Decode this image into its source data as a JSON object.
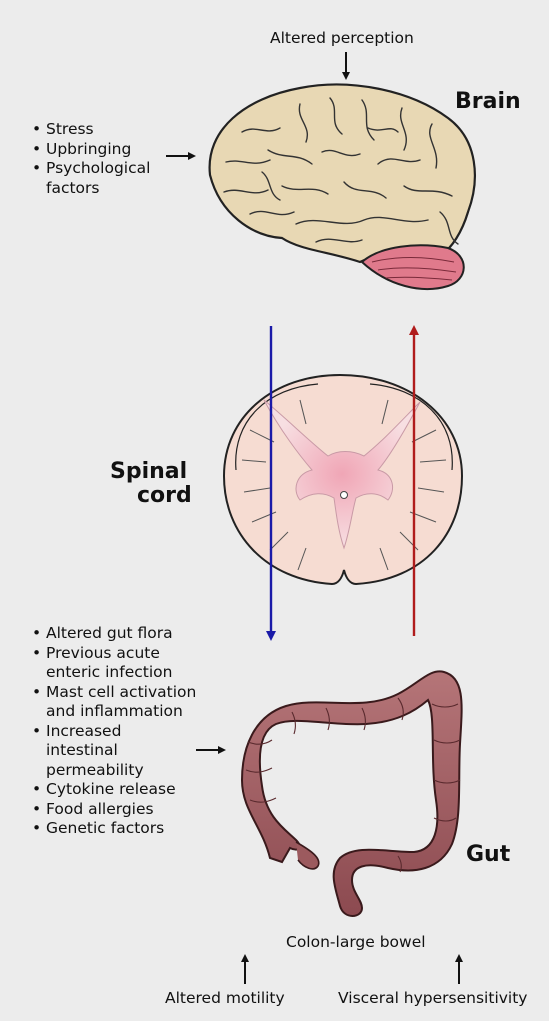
{
  "labels": {
    "top_input": "Altered perception",
    "brain": "Brain",
    "spinal_cord_line1": "Spinal",
    "spinal_cord_line2": "cord",
    "gut": "Gut",
    "colon": "Colon-large bowel",
    "bottom_left": "Altered motility",
    "bottom_right": "Visceral hypersensitivity"
  },
  "brain_factors": [
    {
      "lines": [
        "Stress"
      ]
    },
    {
      "lines": [
        "Upbringing"
      ]
    },
    {
      "lines": [
        "Psychological",
        "factors"
      ]
    }
  ],
  "gut_factors": [
    {
      "lines": [
        "Altered gut flora"
      ]
    },
    {
      "lines": [
        "Previous acute",
        "enteric infection"
      ]
    },
    {
      "lines": [
        "Mast cell activation",
        "and inflammation"
      ]
    },
    {
      "lines": [
        "Increased",
        "intestinal",
        "permeability"
      ]
    },
    {
      "lines": [
        "Cytokine release"
      ]
    },
    {
      "lines": [
        "Food allergies"
      ]
    },
    {
      "lines": [
        "Genetic factors"
      ]
    }
  ],
  "colors": {
    "background": "#ececec",
    "brain": "#e8d8b4",
    "cerebellum": "#e07a8c",
    "spinal_cord": "#f6dcd2",
    "gray_matter": "#f2b8c4",
    "colon": "#9c5a5e",
    "descending_arrow": "#1a1aa8",
    "ascending_arrow": "#b01c1c"
  },
  "icons": [
    "arrow-down-icon",
    "arrow-right-icon",
    "arrow-up-icon",
    "brain-illustration",
    "spinal-cord-cross-section",
    "colon-illustration"
  ]
}
